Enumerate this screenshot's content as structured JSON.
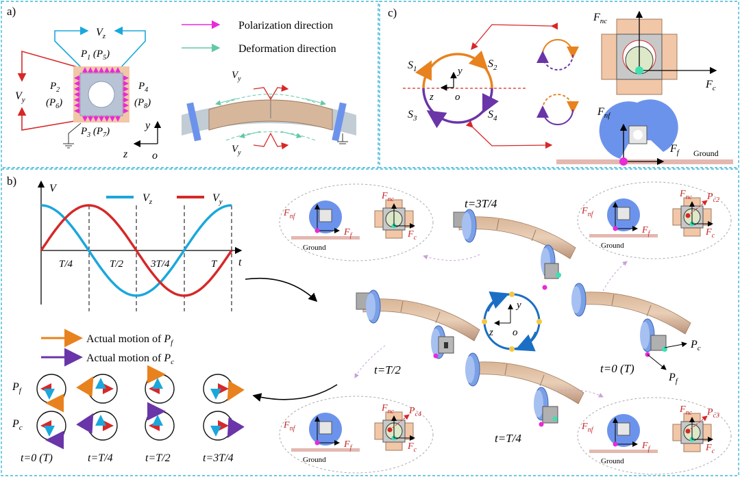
{
  "panels": {
    "a": {
      "label": "a)",
      "vz": "V",
      "vz_sub": "z",
      "vy": "V",
      "vy_sub": "y",
      "p1": "P",
      "p1_sub": "1",
      "p5": "P",
      "p5_sub": "5",
      "p2": "P",
      "p2_sub": "2",
      "p6": "P",
      "p6_sub": "6",
      "p3": "P",
      "p3_sub": "3",
      "p7": "P",
      "p7_sub": "7",
      "p4": "P",
      "p4_sub": "4",
      "p8": "P",
      "p8_sub": "8",
      "axis_y": "y",
      "axis_z": "z",
      "axis_o": "o",
      "legend_polarization": "Polarization direction",
      "legend_deformation": "Deformation direction",
      "beam_vy": "V",
      "beam_vy_sub": "y"
    },
    "b": {
      "label": "b)",
      "axis_v": "V",
      "axis_t": "t",
      "legend_vz": "V",
      "legend_vz_sub": "z",
      "legend_vy": "V",
      "legend_vy_sub": "y",
      "ticks": [
        "T/4",
        "T/2",
        "3T/4",
        "T"
      ],
      "motion_pf": "Actual motion of ",
      "pf": "P",
      "pf_sub": "f",
      "motion_pc": "Actual motion of ",
      "pc": "P",
      "pc_sub": "c",
      "row_pf": "P",
      "row_pf_sub": "f",
      "row_pc": "P",
      "row_pc_sub": "c",
      "col_labels": [
        "t=0 (T)",
        "t=T/4",
        "t=T/2",
        "t=3T/4"
      ],
      "state_labels": {
        "t0": "t=0 (T)",
        "t1": "t=T/4",
        "t2": "t=T/2",
        "t3": "t=3T/4"
      },
      "center_y": "y",
      "center_z": "z",
      "center_o": "o",
      "pc_label": "P",
      "pc_label_sub": "c",
      "pf_label": "P",
      "pf_label_sub": "f",
      "insets": {
        "fnf": "F",
        "fnf_sub": "nf",
        "ff": "F",
        "ff_sub": "f",
        "fnc": "F",
        "fnc_sub": "nc",
        "fc": "F",
        "fc_sub": "c",
        "ground": "Ground",
        "pc2": "P",
        "pc2_sub": "c2",
        "pc3": "P",
        "pc3_sub": "c3",
        "pc4": "P",
        "pc4_sub": "c4"
      }
    },
    "c": {
      "label": "c)",
      "s1": "S",
      "s1_sub": "1",
      "s2": "S",
      "s2_sub": "2",
      "s3": "S",
      "s3_sub": "3",
      "s4": "S",
      "s4_sub": "4",
      "axis_y": "y",
      "axis_z": "z",
      "axis_o": "o",
      "fnc": "F",
      "fnc_sub": "nc",
      "fc": "F",
      "fc_sub": "c",
      "fnf": "F",
      "fnf_sub": "nf",
      "ff": "F",
      "ff_sub": "f",
      "ground": "Ground"
    }
  },
  "colors": {
    "border": "#3cb6d8",
    "vz": "#1aa7dc",
    "vy": "#d62828",
    "orange": "#e8821e",
    "purple": "#6a35a8",
    "magenta": "#e82ad8",
    "teal": "#62c9a4",
    "piezo": "#f1c7a8",
    "blue_wheel": "#6c93ec",
    "ground": "#e3b8b0"
  }
}
